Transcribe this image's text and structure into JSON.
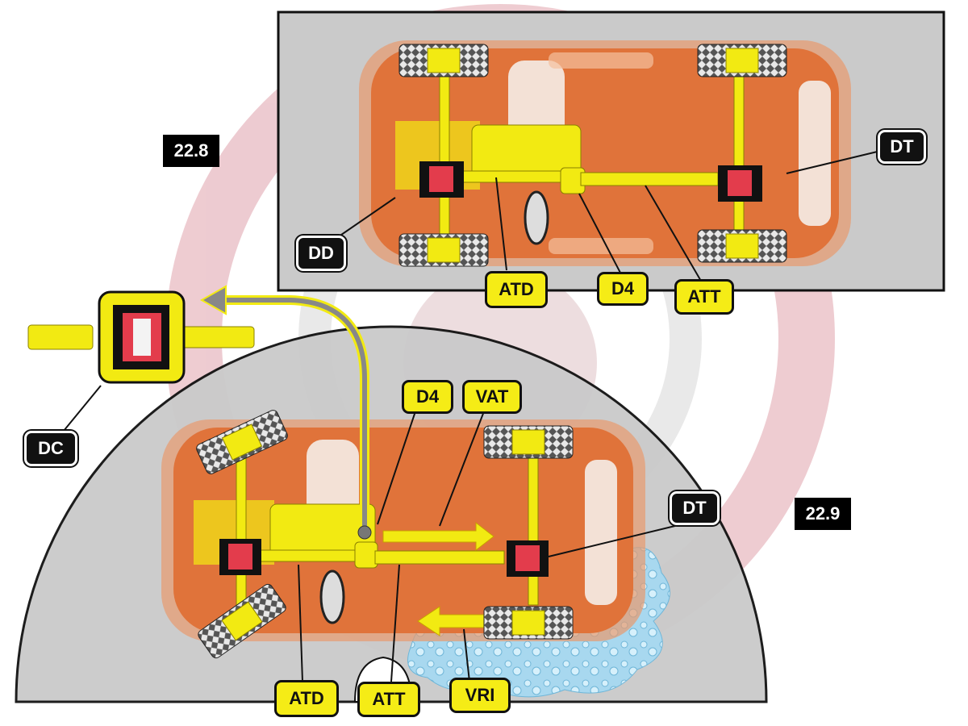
{
  "figures": {
    "top": {
      "ref": "22.8"
    },
    "bottom": {
      "ref": "22.9"
    }
  },
  "labels": {
    "dd": "DD",
    "dt_top": "DT",
    "atd_top": "ATD",
    "d4_top": "D4",
    "att_top": "ATT",
    "dc": "DC",
    "d4_bottom": "D4",
    "vat": "VAT",
    "dt_bottom": "DT",
    "atd_bottom": "ATD",
    "att_bottom": "ATT",
    "vri": "VRI"
  },
  "colors": {
    "car_body": "#e0733a",
    "driveline": "#f2ea12",
    "panel_grey": "#c8c8c8",
    "watermark": "#d9a0a8",
    "water": "#9fd3ec"
  }
}
